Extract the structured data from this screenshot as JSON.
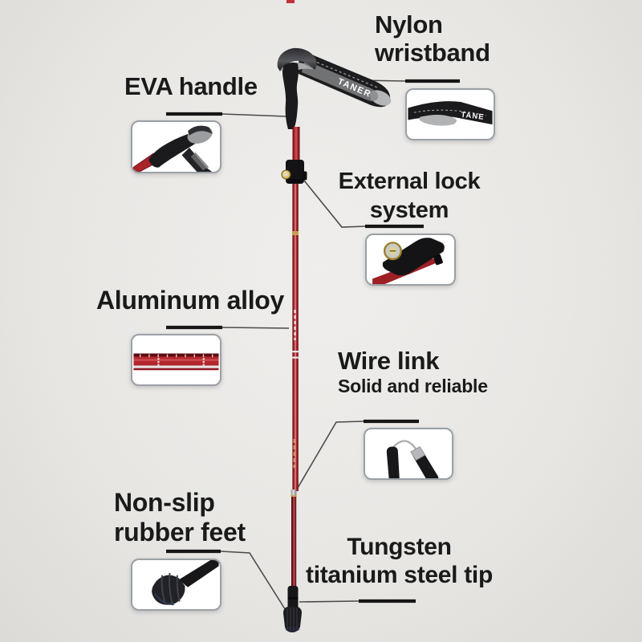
{
  "callouts": {
    "eva_handle": {
      "label": "EVA handle"
    },
    "nylon_wristband": {
      "line1": "Nylon",
      "line2": "wristband"
    },
    "external_lock": {
      "line1": "External lock",
      "line2": "system"
    },
    "aluminum_alloy": {
      "label": "Aluminum alloy"
    },
    "wire_link": {
      "title": "Wire link",
      "subtitle": "Solid and reliable"
    },
    "non_slip_feet": {
      "line1": "Non-slip",
      "line2": "rubber feet"
    },
    "tungsten_tip": {
      "line1": "Tungsten",
      "line2": "titanium steel tip"
    }
  },
  "brand": {
    "strap_text": "TANER",
    "strap_thumb_text": "TANE"
  },
  "colors": {
    "background": "#eae9e6",
    "label_text": "#1a1a1a",
    "pole_red": "#a8242a",
    "pole_dark_red": "#8e1a20",
    "grip_black": "#1b1b1e",
    "cap_silver": "#b9babc",
    "gold_accent": "#c9a44e",
    "leader_line": "#4a4a4a",
    "thumb_border": "#9aa0a5",
    "thumb_background": "#ffffff"
  }
}
